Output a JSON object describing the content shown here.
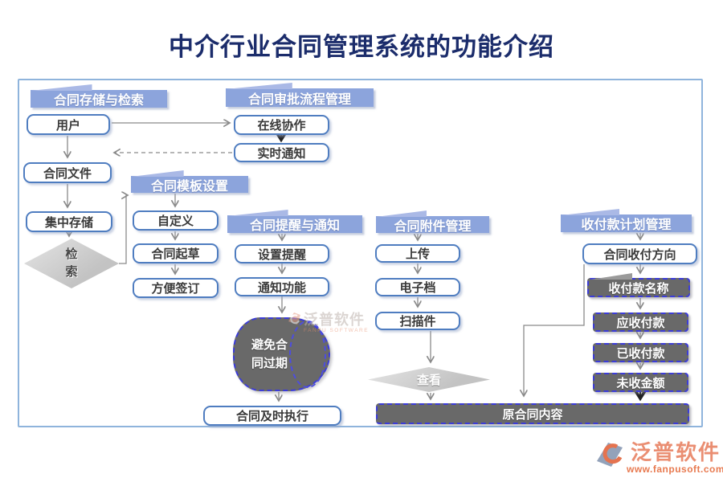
{
  "title": "中介行业合同管理系统的功能介绍",
  "diagram": {
    "storage": {
      "header": "合同存储与检索",
      "user": "用户",
      "contract_file": "合同文件",
      "central_storage": "集中存储",
      "search": "检索"
    },
    "approval": {
      "header": "合同审批流程管理",
      "online_collaboration": "在线协作",
      "realtime_notice": "实时通知"
    },
    "template": {
      "header": "合同模板设置",
      "customize": "自定义",
      "draft": "合同起草",
      "easy_sign": "方便签订"
    },
    "reminder": {
      "header": "合同提醒与通知",
      "set_reminder": "设置提醒",
      "notice_function": "通知功能",
      "avoid_expire": "避免合同过期",
      "timely_execute": "合同及时执行"
    },
    "attachment": {
      "header": "合同附件管理",
      "upload": "上传",
      "electronic_file": "电子档",
      "scan_copy": "扫描件",
      "view": "查看",
      "original_content": "原合同内容"
    },
    "payment": {
      "header": "收付款计划管理",
      "direction": "合同收付方向",
      "payment_name": "收付款名称",
      "receivable": "应收付款",
      "received": "已收付款",
      "outstanding": "未收金额"
    }
  },
  "watermark": {
    "brand": "泛普软件",
    "subtitle": "FANPU SOFTWARE"
  },
  "footer_logo": {
    "brand": "泛普软件",
    "website": "www.fanpusoft.com"
  },
  "colors": {
    "banner_blue": "#8CA4DC",
    "box_border_blue": "#4F7DC0",
    "dark_box_gray": "#696969",
    "dashed_border_blue": "#3C3CD8",
    "title_navy": "#1B2C6B",
    "logo_orange": "#EA8E72"
  }
}
